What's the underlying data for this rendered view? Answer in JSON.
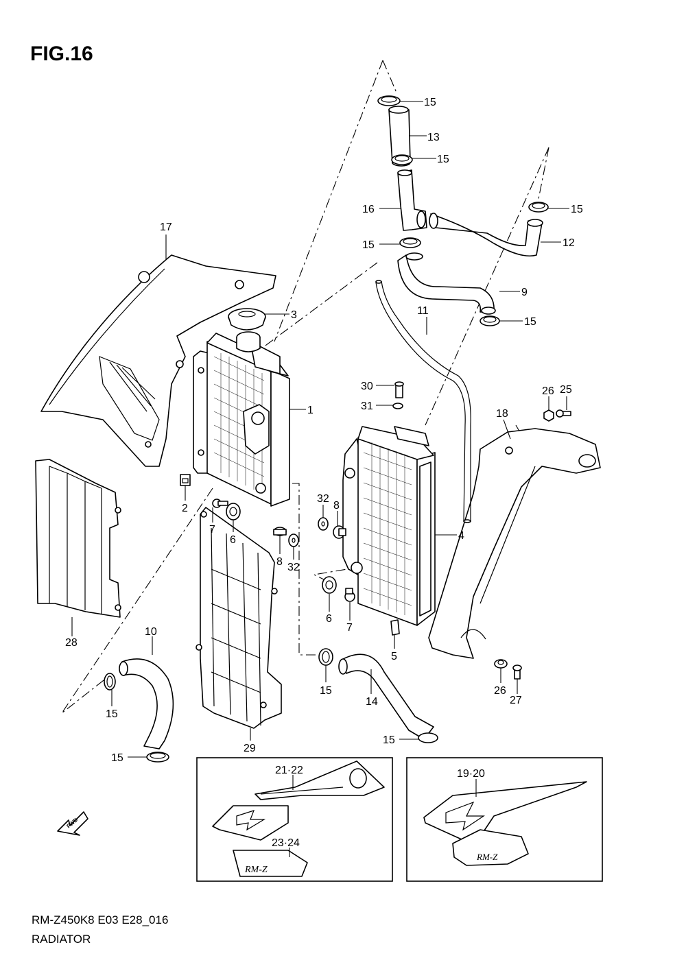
{
  "figure_title": "FIG.16",
  "model_code": "RM-Z450K8 E03 E28_016",
  "section_name": "RADIATOR",
  "fwd_label": "FWD",
  "logo_text": "RM-Z",
  "callouts": {
    "c1": "1",
    "c2": "2",
    "c3": "3",
    "c4": "4",
    "c5": "5",
    "c6a": "6",
    "c6b": "6",
    "c7a": "7",
    "c7b": "7",
    "c8a": "8",
    "c8b": "8",
    "c9": "9",
    "c10": "10",
    "c11": "11",
    "c12": "12",
    "c13": "13",
    "c14": "14",
    "c15a": "15",
    "c15b": "15",
    "c15c": "15",
    "c15d": "15",
    "c15e": "15",
    "c15f": "15",
    "c15g": "15",
    "c15h": "15",
    "c15i": "15",
    "c16": "16",
    "c17": "17",
    "c18": "18",
    "c19_20": "19·20",
    "c21_22": "21·22",
    "c23_24": "23·24",
    "c25": "25",
    "c26a": "26",
    "c26b": "26",
    "c27": "27",
    "c28": "28",
    "c29": "29",
    "c30": "30",
    "c31": "31",
    "c32a": "32",
    "c32b": "32"
  }
}
